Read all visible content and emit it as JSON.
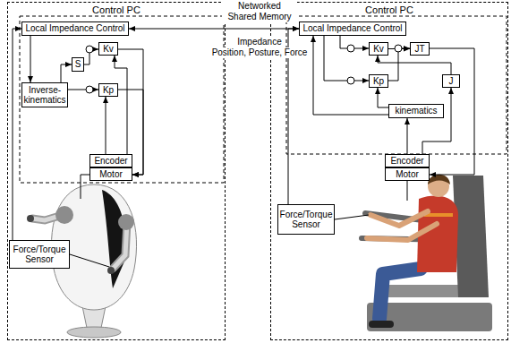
{
  "diagram": {
    "nodes": [
      {
        "text": [
          "Control PC"
        ]
      },
      {
        "text": [
          "Local Impedance Control"
        ],
        "in": 0
      },
      {
        "text": [
          "Inverse- kinematics"
        ],
        "in": 0
      },
      {
        "text": [
          "S"
        ],
        "in": 0
      },
      {
        "text": [
          "Kv"
        ],
        "in": 0
      },
      {
        "text": [
          "Kp"
        ],
        "in": 0
      },
      {
        "text": [
          "Encoder"
        ],
        "in": 0
      },
      {
        "text": [
          "Motor"
        ],
        "in": 0
      },
      {
        "text": [
          "Force/Torque Sensor"
        ],
        "in": 0
      },
      {
        "text": [
          "Control PC"
        ]
      },
      {
        "text": [
          "Local Impedance Control"
        ],
        "in": 9
      },
      {
        "text": [
          "Kv"
        ],
        "in": 9
      },
      {
        "text": [
          "JT"
        ],
        "in": 9
      },
      {
        "text": [
          "J"
        ],
        "in": 9
      },
      {
        "text": [
          "Kp"
        ],
        "in": 9
      },
      {
        "text": [
          "kinematics"
        ],
        "in": 9
      },
      {
        "text": [
          "Encoder"
        ],
        "in": 9
      },
      {
        "text": [
          "Motor"
        ],
        "in": 9
      },
      {
        "text": [
          "Force/Torque Sensor"
        ],
        "in": 9
      }
    ],
    "edges": [
      {
        "from": 1,
        "to": 10,
        "arrow": "both"
      },
      {
        "from": 8,
        "to": 1,
        "arrow": "to"
      },
      {
        "from": 1,
        "to": 2,
        "arrow": "to"
      },
      {
        "from": 2,
        "to": 3,
        "arrow": "to"
      },
      {
        "from": 3,
        "to": 4,
        "arrow": "to"
      },
      {
        "from": 2,
        "to": 5,
        "arrow": "to"
      },
      {
        "from": 4,
        "to": 7,
        "arrow": "to"
      },
      {
        "from": 5,
        "to": 7,
        "arrow": "to"
      },
      {
        "from": 6,
        "to": 5,
        "arrow": "to"
      },
      {
        "from": 6,
        "to": 4,
        "arrow": "to"
      },
      {
        "from": 18,
        "to": 10,
        "arrow": "to"
      },
      {
        "from": 10,
        "to": 11,
        "arrow": "to"
      },
      {
        "from": 10,
        "to": 14,
        "arrow": "to"
      },
      {
        "from": 11,
        "to": 12,
        "arrow": "to"
      },
      {
        "from": 14,
        "to": 12,
        "arrow": "to"
      },
      {
        "from": 12,
        "to": 17,
        "arrow": "to"
      },
      {
        "from": 13,
        "to": 11,
        "arrow": "to"
      },
      {
        "from": 15,
        "to": 14,
        "arrow": "to"
      },
      {
        "from": 15,
        "to": 10,
        "arrow": "to"
      },
      {
        "from": 16,
        "to": 15,
        "arrow": "to"
      },
      {
        "from": 16,
        "to": 13,
        "arrow": "to"
      }
    ],
    "labels": [
      "Networked Shared Memory",
      "Impedance",
      "Position, Posture, Force"
    ]
  }
}
